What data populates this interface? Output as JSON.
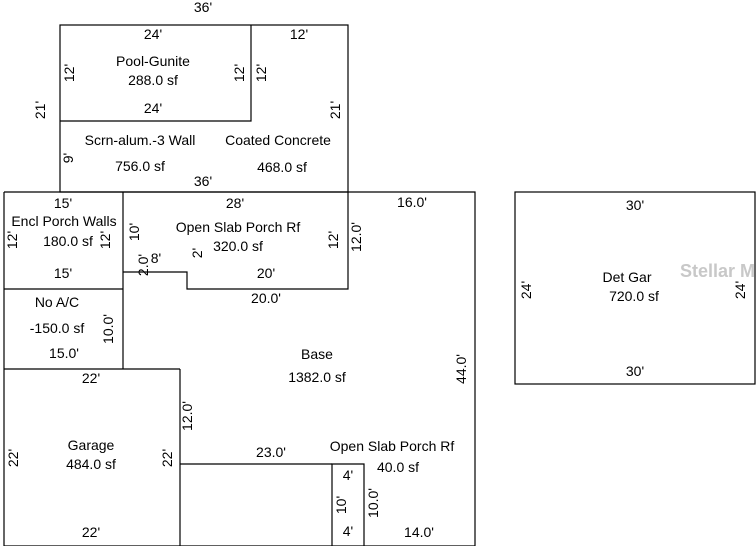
{
  "pool_area": {
    "overall_width": "36'",
    "overall_depth": "21'",
    "pool": {
      "name": "Pool-Gunite",
      "area": "288.0 sf",
      "top": "24'",
      "bottom": "24'",
      "left": "12'",
      "right": "12'"
    },
    "deck": {
      "right_top": "12'",
      "right_inner": "12'",
      "right_side": "21'"
    },
    "screen": {
      "name": "Scrn-alum.-3 Wall",
      "area": "756.0 sf",
      "side": "9'"
    },
    "coated": {
      "name": "Coated Concrete",
      "area": "468.0 sf"
    },
    "bottom": "36'"
  },
  "encl_porch": {
    "name": "Encl Porch Walls",
    "area": "180.0 sf",
    "top": "15'",
    "left": "12'",
    "right": "12'",
    "bottom": "15'"
  },
  "open_porch_rear": {
    "name": "Open Slab Porch Rf",
    "area": "320.0 sf",
    "top": "28'",
    "left": "10'",
    "step": "8'",
    "step_drop": "2'",
    "bottom": "20'",
    "right": "12'"
  },
  "no_ac": {
    "name": "No A/C",
    "area": "-150.0 sf",
    "right": "10.0'",
    "bottom": "15.0'"
  },
  "base": {
    "name": "Base",
    "area": "1382.0 sf",
    "top_right": "16.0'",
    "right_outer": "12.0'",
    "step_left": "2.0'",
    "bottom_porch": "20.0'",
    "right_side": "44.0'",
    "garage_right": "12.0'",
    "bottom": "23.0'"
  },
  "garage": {
    "name": "Garage",
    "area": "484.0 sf",
    "top": "22'",
    "left": "22'",
    "right": "22'",
    "bottom": "22'"
  },
  "open_porch_front": {
    "name": "Open Slab Porch Rf",
    "area": "40.0 sf",
    "top": "4'",
    "left": "10'",
    "right": "10.0'",
    "bottom_inner": "4'",
    "bottom": "14.0'"
  },
  "det_gar": {
    "name": "Det Gar",
    "area": "720.0 sf",
    "top": "30'",
    "bottom": "30'",
    "left": "24'",
    "right": "24'"
  },
  "watermark": "Stellar M"
}
